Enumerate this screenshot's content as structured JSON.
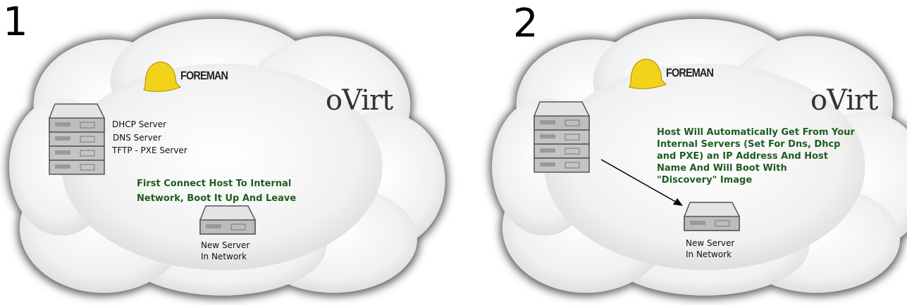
{
  "panels": [
    {
      "number": "1",
      "brand_foreman": "FOREMAN",
      "brand_ovirt": "oVirt",
      "server_labels": [
        "DHCP Server",
        "DNS Server",
        "TFTP - PXE Server"
      ],
      "note_lines": [
        "First Connect Host To Internal",
        "Network, Boot It Up And Leave"
      ],
      "new_server_lines": [
        "New Server",
        "In Network"
      ]
    },
    {
      "number": "2",
      "brand_foreman": "FOREMAN",
      "brand_ovirt": "oVirt",
      "note_lines": [
        "Host Will Automatically Get From Your",
        "Internal Servers (Set For Dns, Dhcp",
        "and PXE) an IP Address And Host",
        "Name And Will Boot With",
        "\"Discovery\" Image"
      ],
      "new_server_lines": [
        "New Server",
        "In Network"
      ]
    }
  ]
}
